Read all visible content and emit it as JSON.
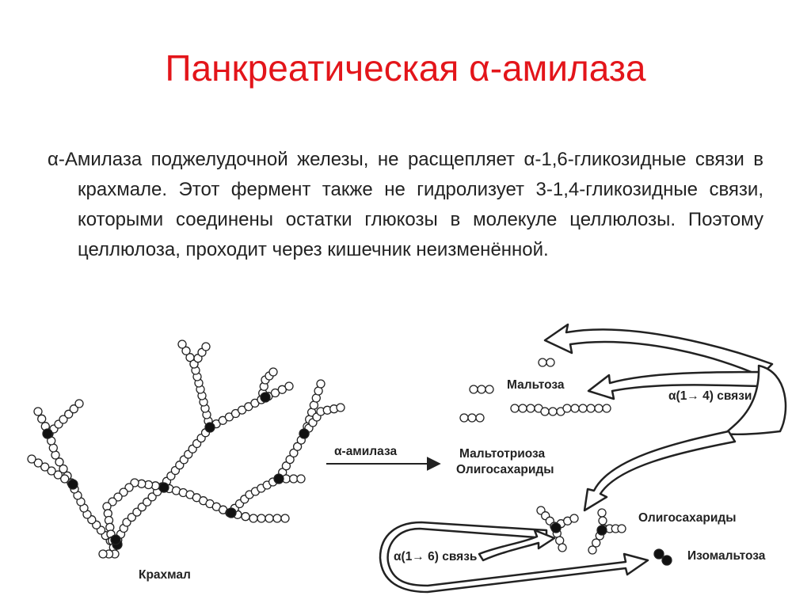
{
  "slide": {
    "title": "Панкреатическая α-амилаза",
    "paragraph": "α-Амилаза поджелудочной железы, не расщепляет α-1,6-гликозидные связи в крахмале. Этот фермент также не гидролизует 3-1,4-гликозидные связи, которыми соединены остатки глюкозы в молекуле целлюлозы. Поэтому целлюлоза, проходит через кишечник неизменённой."
  },
  "diagram": {
    "starch_label": "Крахмал",
    "enzyme_label": "α-амилаза",
    "maltose_label": "Мальтоза",
    "maltotriose_label": "Мальтотриоза",
    "oligosaccharides_label_1": "Олигосахариды",
    "oligosaccharides_label_2": "Олигосахариды",
    "alpha14_label": "α(1→ 4) связи",
    "alpha16_label": "α(1→ 6) связь",
    "isomaltose_label": "Изомальтоза"
  }
}
